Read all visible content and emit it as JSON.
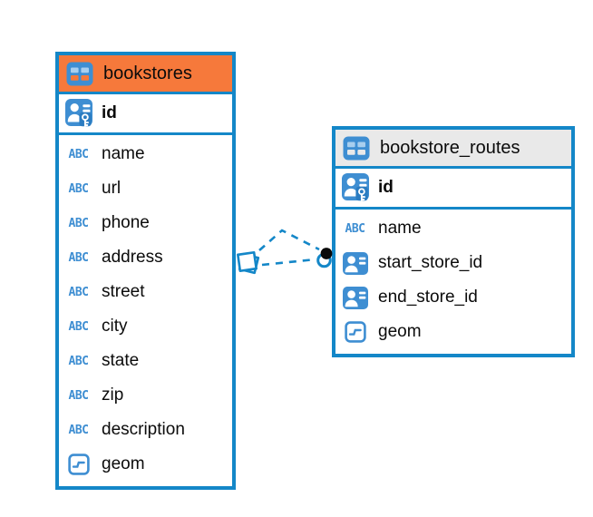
{
  "colors": {
    "blue": "#1487C8",
    "iconblue": "#3E8ED2",
    "iconbluedark": "#2B7CC1",
    "celllight": "#A8CEEE",
    "orange": "#F6793B",
    "grayheader": "#E9E9E9",
    "ink": "#0B0B0B",
    "background": "#FFFFFF"
  },
  "icons": {
    "text_label": "ABC"
  },
  "tables": [
    {
      "name": "bookstores",
      "header_color": "#F6793B",
      "columns": [
        {
          "name": "id",
          "type": "primary-key"
        },
        {
          "name": "name",
          "type": "text"
        },
        {
          "name": "url",
          "type": "text"
        },
        {
          "name": "phone",
          "type": "text"
        },
        {
          "name": "address",
          "type": "text"
        },
        {
          "name": "street",
          "type": "text"
        },
        {
          "name": "city",
          "type": "text"
        },
        {
          "name": "state",
          "type": "text"
        },
        {
          "name": "zip",
          "type": "text"
        },
        {
          "name": "description",
          "type": "text"
        },
        {
          "name": "geom",
          "type": "geometry"
        }
      ]
    },
    {
      "name": "bookstore_routes",
      "header_color": "#E9E9E9",
      "columns": [
        {
          "name": "id",
          "type": "primary-key"
        },
        {
          "name": "name",
          "type": "text"
        },
        {
          "name": "start_store_id",
          "type": "reference"
        },
        {
          "name": "end_store_id",
          "type": "reference"
        },
        {
          "name": "geom",
          "type": "geometry"
        }
      ]
    }
  ],
  "relationships": [
    {
      "from_table": "bookstores",
      "to_table": "bookstore_routes",
      "line_style": "dashed",
      "line_count": 2,
      "line_color": "#1487C8",
      "end_marker": "black-dot"
    }
  ]
}
